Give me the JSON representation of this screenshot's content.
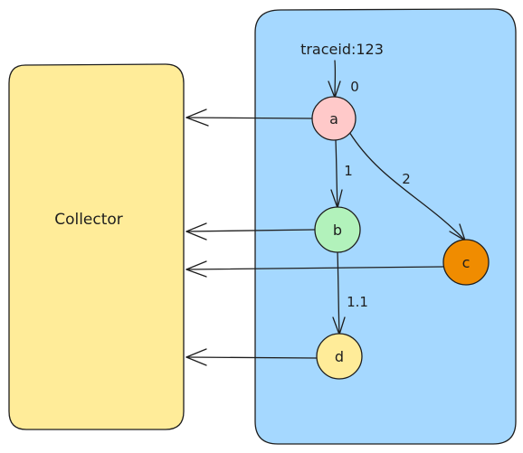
{
  "diagram": {
    "collector": {
      "label": "Collector",
      "fill": "#ffec99"
    },
    "service_box": {
      "fill": "#a5d8ff"
    },
    "trace_label": "traceid:123",
    "nodes": [
      {
        "id": "a",
        "label": "a",
        "fill": "#ffc9c9"
      },
      {
        "id": "b",
        "label": "b",
        "fill": "#b2f2bb"
      },
      {
        "id": "c",
        "label": "c",
        "fill": "#f08c00"
      },
      {
        "id": "d",
        "label": "d",
        "fill": "#ffec99"
      }
    ],
    "edges": [
      {
        "from": "traceid",
        "to": "a",
        "label": "0"
      },
      {
        "from": "a",
        "to": "b",
        "label": "1"
      },
      {
        "from": "a",
        "to": "c",
        "label": "2"
      },
      {
        "from": "b",
        "to": "d",
        "label": "1.1"
      }
    ],
    "reports": [
      {
        "from": "a",
        "to": "collector"
      },
      {
        "from": "b",
        "to": "collector"
      },
      {
        "from": "c",
        "to": "collector"
      },
      {
        "from": "d",
        "to": "collector"
      }
    ]
  }
}
